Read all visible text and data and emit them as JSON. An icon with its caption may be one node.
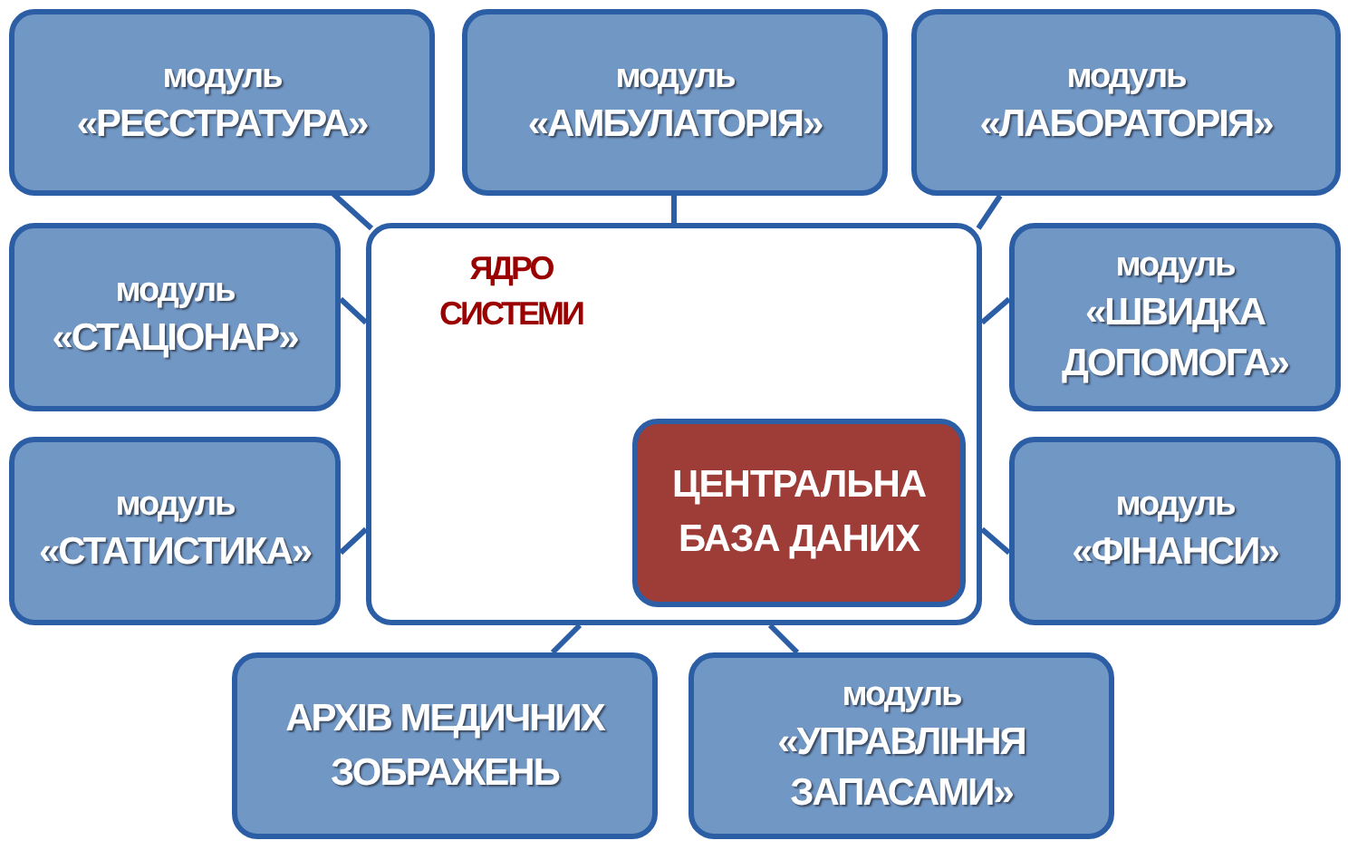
{
  "diagram": {
    "nodes": [
      {
        "text": [
          "модуль",
          "«РЕЄСТРАТУРА»"
        ]
      },
      {
        "text": [
          "модуль",
          "«АМБУЛАТОРІЯ»"
        ]
      },
      {
        "text": [
          "модуль",
          "«ЛАБОРАТОРІЯ»"
        ]
      },
      {
        "text": [
          "модуль",
          "«СТАЦІОНАР»"
        ]
      },
      {
        "text": [
          "ЯДРО СИСТЕМИ"
        ]
      },
      {
        "text": [
          "модуль",
          "«ШВИДКА ДОПОМОГА»"
        ]
      },
      {
        "text": [
          "ЦЕНТРАЛЬНА БАЗА ДАНИХ"
        ],
        "in": 4
      },
      {
        "text": [
          "модуль",
          "«СТАТИСТИКА»"
        ]
      },
      {
        "text": [
          "модуль",
          "«ФІНАНСИ»"
        ]
      },
      {
        "text": [
          "АРХІВ МЕДИЧНИХ ЗОБРАЖЕНЬ"
        ]
      },
      {
        "text": [
          "модуль",
          "«УПРАВЛІННЯ ЗАПАСАМИ»"
        ]
      }
    ],
    "edges": [
      {
        "from": 4,
        "to": 0,
        "arrow": "none"
      },
      {
        "from": 4,
        "to": 1,
        "arrow": "none"
      },
      {
        "from": 4,
        "to": 2,
        "arrow": "none"
      },
      {
        "from": 4,
        "to": 3,
        "arrow": "none"
      },
      {
        "from": 4,
        "to": 5,
        "arrow": "none"
      },
      {
        "from": 4,
        "to": 7,
        "arrow": "none"
      },
      {
        "from": 4,
        "to": 8,
        "arrow": "none"
      },
      {
        "from": 4,
        "to": 9,
        "arrow": "none"
      },
      {
        "from": 4,
        "to": 10,
        "arrow": "none"
      }
    ]
  }
}
